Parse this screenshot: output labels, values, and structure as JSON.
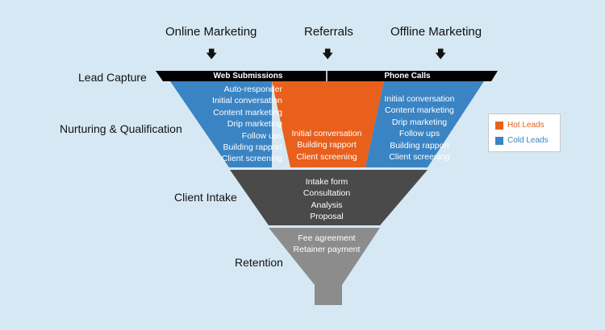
{
  "sources": {
    "online": "Online Marketing",
    "referrals": "Referrals",
    "offline": "Offline Marketing"
  },
  "stages": {
    "lead_capture": "Lead Capture",
    "nurturing": "Nurturing & Qualification",
    "client_intake": "Client Intake",
    "retention": "Retention"
  },
  "capture_bar": {
    "left": "Web Submissions",
    "right": "Phone Calls"
  },
  "nurturing": {
    "online_items": [
      "Auto-responder",
      "Initial conversation",
      "Content marketing",
      "Drip marketing",
      "Follow ups",
      "Building rapport",
      "Client screening"
    ],
    "referral_items": [
      "Initial conversation",
      "Building rapport",
      "Client screening"
    ],
    "offline_items": [
      "Initial conversation",
      "Content marketing",
      "Drip marketing",
      "Follow ups",
      "Building rapport",
      "Client screening"
    ]
  },
  "intake_items": [
    "Intake form",
    "Consultation",
    "Analysis",
    "Proposal"
  ],
  "retention_items": [
    "Fee agreement",
    "Retainer payment"
  ],
  "legend": {
    "hot": {
      "label": "Hot Leads",
      "color": "#e8601c"
    },
    "cold": {
      "label": "Cold Leads",
      "color": "#3a84c4"
    }
  },
  "colors": {
    "capture": "#000000",
    "cold": "#3a84c4",
    "hot": "#e8601c",
    "intake": "#4a4a4a",
    "retention": "#8c8c8c"
  },
  "icons": {
    "source_arrow": "down-arrow-icon"
  }
}
